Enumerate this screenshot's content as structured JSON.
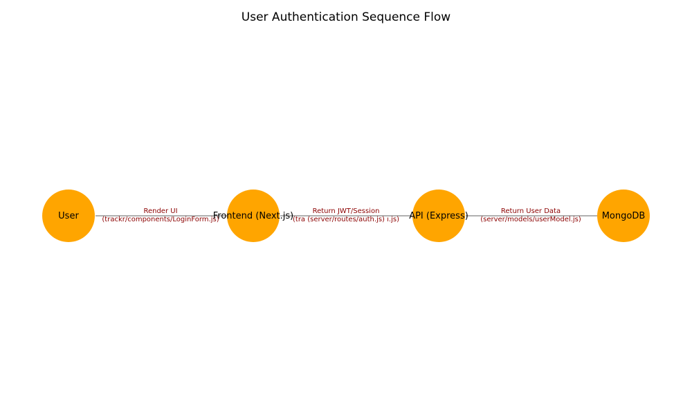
{
  "title": "User Authentication Sequence Flow",
  "colors": {
    "node_fill": "#ffa500",
    "edge": "#808080",
    "edge_label": "#8b0000"
  },
  "nodes": [
    {
      "label": "User"
    },
    {
      "label": "Frontend (Next.js)"
    },
    {
      "label": "API (Express)"
    },
    {
      "label": "MongoDB"
    }
  ],
  "edges": [
    {
      "line1": "Render UI",
      "line2": "(trackr/components/LoginForm.js)"
    },
    {
      "line1": "Return JWT/Session",
      "line2": "(tra (server/routes/auth.js) ı.js)"
    },
    {
      "line1": "Return User Data",
      "line2": "(server/models/userModel.js)"
    }
  ]
}
